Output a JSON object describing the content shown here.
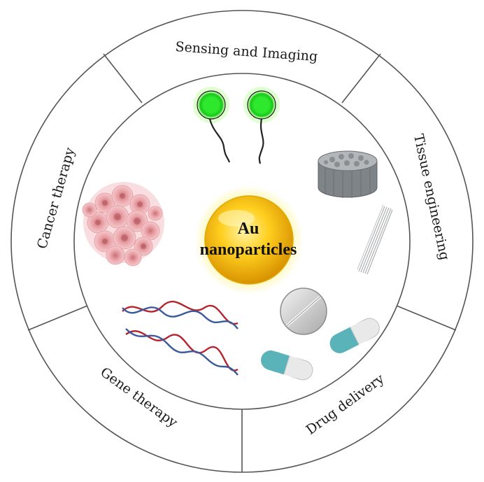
{
  "center": {
    "line1": "Au",
    "line2": "nanoparticles"
  },
  "segments": [
    {
      "label": "Sensing and Imaging"
    },
    {
      "label": "Tissue engineering"
    },
    {
      "label": "Drug delivery"
    },
    {
      "label": "Gene therapy"
    },
    {
      "label": "Cancer therapy"
    }
  ],
  "icons": {
    "sensing": "fluorescent-probe-icon",
    "tissue": "scaffold-icon",
    "fiber": "nanofiber-icon",
    "drug": "pill-capsule-icon",
    "gene": "dna-helix-icon",
    "cancer": "tumor-cell-cluster-icon"
  },
  "colors": {
    "gold": "#f4b400",
    "probe_green": "#2ee82e",
    "tumor_pink": "#e9a3a8",
    "dna_red": "#b5232f",
    "dna_blue": "#3a5a9c",
    "capsule_teal": "#5ab3b8",
    "scaffold_gray": "#8d9296"
  }
}
